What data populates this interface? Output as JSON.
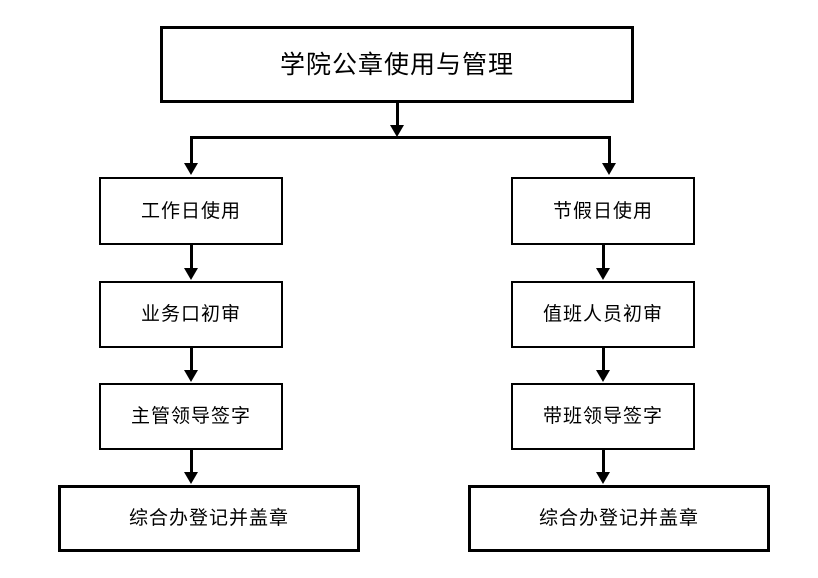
{
  "diagram": {
    "title_node": {
      "label": "学院公章使用与管理"
    },
    "branches": [
      {
        "name": "workday",
        "steps": [
          {
            "label": "工作日使用"
          },
          {
            "label": "业务口初审"
          },
          {
            "label": "主管领导签字"
          }
        ],
        "terminal": {
          "label": "综合办登记并盖章"
        }
      },
      {
        "name": "holiday",
        "steps": [
          {
            "label": "节假日使用"
          },
          {
            "label": "值班人员初审"
          },
          {
            "label": "带班领导签字"
          }
        ],
        "terminal": {
          "label": "综合办登记并盖章"
        }
      }
    ],
    "style": {
      "line_color": "#000000",
      "box_fill": "#ffffff",
      "text_color": "#000000",
      "page_background": "#ffffff"
    }
  }
}
